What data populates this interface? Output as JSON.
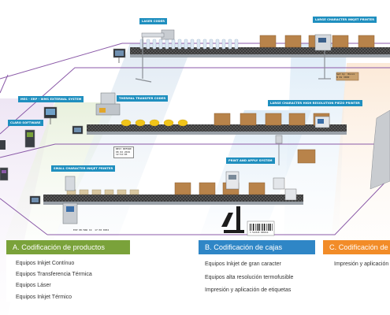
{
  "colors": {
    "tag_bg": "#1f8fbf",
    "frame_purple": "#8b5aa8",
    "belt": "#3a3a3a",
    "box_brown": "#b8834a",
    "cheese_yellow": "#f0c419",
    "panel_a": "#7aa23a",
    "panel_b": "#2f86c6",
    "panel_c": "#f28c28"
  },
  "tags": {
    "laser_coder": "LASER CODER",
    "large_character_inkjet": "LARGE CHARACTER INKJET PRINTER",
    "mes_erp_wms": "MES - ERP - WMS EXTERNAL SYSTEM",
    "claro_software": "CLARO SOFTWARE",
    "thermal_transfer": "THERMAL TRANSFER CODER",
    "large_character_hr": "LARGE CHARACTER HIGH RESOLUTION PIEZO PRINTER",
    "small_character": "SMALL CHARACTER INKJET PRINTER",
    "print_apply": "PRINT AND APPLY SYSTEM"
  },
  "printed_labels": {
    "cheese_pack": "BEST BEFORE\n08 02 2019\n12:52:05",
    "bottle_code": "EXP 08 MAR 19  17:30 0032",
    "box_code": "Set by  Nxxxx\n8 01 3030",
    "barcode_digits": "5 512345 000014"
  },
  "panels": {
    "a": {
      "title": "A. Codificación de productos",
      "items": [
        "Equipos Inkjet Contínuo",
        "Equipos Transferencia Térmica",
        "Equipos Láser",
        "Equipos Inkjet Térmico"
      ]
    },
    "b": {
      "title": "B. Codificación de cajas",
      "items": [
        "Equipos Inkjet de gran caracter",
        "Equipos alta resolución termofusible",
        "Impresión y aplicación de etiquetas"
      ]
    },
    "c": {
      "title": "C. Codificación de",
      "items": [
        "Impresión y aplicación"
      ]
    }
  }
}
